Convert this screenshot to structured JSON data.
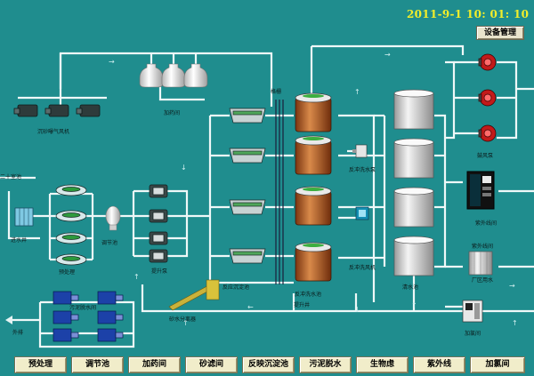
{
  "header": {
    "datetime": "2011-9-1  10: 01: 10",
    "equipment_button": "设备管理"
  },
  "labels": {
    "sand_blower": "沉砂曝气风机",
    "dosing_room": "加药间",
    "grid": "格栅",
    "backwash_pump": "反冲洗水泵",
    "drum_pump": "鼓风泵",
    "uv_room": "紫外线间",
    "lift_pump": "提升泵",
    "reactor_tank": "反应沉淀池",
    "backwash_water": "反冲洗水池",
    "backwash_fan": "反冲洗风机",
    "clear_pool": "清水池",
    "uv_lamp": "紫外线间",
    "factory_water": "厂区用水",
    "chlorine_room": "加氯间",
    "sludge_dewater": "污泥脱水间",
    "sand_separator": "砂水分离器",
    "inlet_well": "进水井",
    "pretreat": "预处理",
    "regulating_pool": "调节池",
    "sand_pool": "二十室池",
    "outflow": "外排",
    "lifting_well": "提升井"
  },
  "nav": [
    "预处理",
    "调节池",
    "加药间",
    "砂滤间",
    "反映沉淀池",
    "污泥脱水",
    "生物虑",
    "紫外线",
    "加氯间"
  ],
  "colors": {
    "background": "#1f8d8e",
    "pipe": "#e9f6f6",
    "clock": "#f2ee2a",
    "reactor": "#b05a28",
    "tank": "#d9d9d9",
    "pump_blue": "#1a3fa6",
    "red_pump": "#c01818"
  }
}
